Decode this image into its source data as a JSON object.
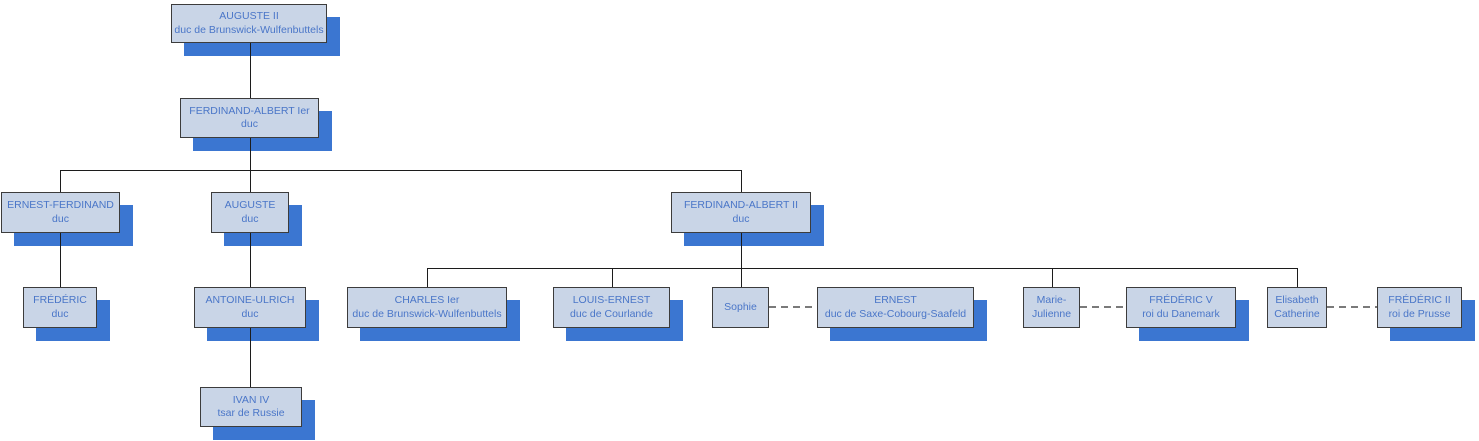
{
  "diagram": {
    "type": "family-tree-org-chart",
    "colors": {
      "node_fill": "#c9d5e7",
      "node_border": "#3c3c3c",
      "node_text": "#4a76c8",
      "shadow_blue": "#3b76d1",
      "connector_line": "#1c1c1c",
      "marriage_dash": "#7a7a7a"
    },
    "nodes": [
      {
        "id": "auguste-ii",
        "name": "AUGUSTE II",
        "title": "duc de Brunswick-Wulfenbuttels"
      },
      {
        "id": "ferdinand-albert-ier",
        "name": "FERDINAND-ALBERT Ier",
        "title": "duc"
      },
      {
        "id": "ernest-ferdinand",
        "name": "ERNEST-FERDINAND",
        "title": "duc"
      },
      {
        "id": "auguste",
        "name": "AUGUSTE",
        "title": "duc"
      },
      {
        "id": "ferdinand-albert-ii",
        "name": "FERDINAND-ALBERT II",
        "title": "duc"
      },
      {
        "id": "frederic",
        "name": "FRÉDÉRIC",
        "title": "duc"
      },
      {
        "id": "antoine-ulrich",
        "name": "ANTOINE-ULRICH",
        "title": "duc"
      },
      {
        "id": "charles-ier",
        "name": "CHARLES Ier",
        "title": "duc de Brunswick-Wulfenbuttels"
      },
      {
        "id": "louis-ernest",
        "name": "LOUIS-ERNEST",
        "title": "duc de Courlande"
      },
      {
        "id": "sophie",
        "name": "Sophie",
        "title": ""
      },
      {
        "id": "ernest",
        "name": "ERNEST",
        "title": "duc de Saxe-Cobourg-Saafeld"
      },
      {
        "id": "marie-julienne",
        "name": "Marie-Julienne",
        "title": ""
      },
      {
        "id": "frederic-v",
        "name": "FRÉDÉRIC V",
        "title": "roi du Danemark"
      },
      {
        "id": "elisabeth-catherine",
        "name": "Elisabeth Catherine",
        "title": ""
      },
      {
        "id": "frederic-ii",
        "name": "FRÉDÉRIC II",
        "title": "roi de Prusse"
      },
      {
        "id": "ivan-iv",
        "name": "IVAN IV",
        "title": "tsar de Russie"
      }
    ],
    "edges": [
      {
        "type": "parent-child",
        "from": "auguste-ii",
        "to": "ferdinand-albert-ier"
      },
      {
        "type": "parent-child",
        "from": "ferdinand-albert-ier",
        "to": "ernest-ferdinand"
      },
      {
        "type": "parent-child",
        "from": "ferdinand-albert-ier",
        "to": "auguste"
      },
      {
        "type": "parent-child",
        "from": "ferdinand-albert-ier",
        "to": "ferdinand-albert-ii"
      },
      {
        "type": "parent-child",
        "from": "ernest-ferdinand",
        "to": "frederic"
      },
      {
        "type": "parent-child",
        "from": "auguste",
        "to": "antoine-ulrich"
      },
      {
        "type": "parent-child",
        "from": "antoine-ulrich",
        "to": "ivan-iv"
      },
      {
        "type": "parent-child",
        "from": "ferdinand-albert-ii",
        "to": "charles-ier"
      },
      {
        "type": "parent-child",
        "from": "ferdinand-albert-ii",
        "to": "louis-ernest"
      },
      {
        "type": "parent-child",
        "from": "ferdinand-albert-ii",
        "to": "sophie"
      },
      {
        "type": "parent-child",
        "from": "ferdinand-albert-ii",
        "to": "marie-julienne"
      },
      {
        "type": "parent-child",
        "from": "ferdinand-albert-ii",
        "to": "elisabeth-catherine"
      },
      {
        "type": "marriage",
        "from": "sophie",
        "to": "ernest"
      },
      {
        "type": "marriage",
        "from": "marie-julienne",
        "to": "frederic-v"
      },
      {
        "type": "marriage",
        "from": "elisabeth-catherine",
        "to": "frederic-ii"
      }
    ]
  }
}
